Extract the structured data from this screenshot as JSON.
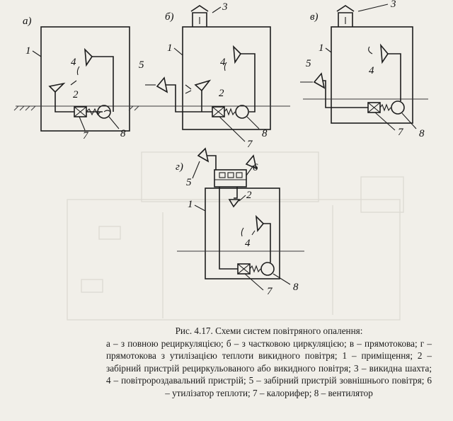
{
  "panels": {
    "a": "а)",
    "b": "б)",
    "v": "в)",
    "g": "г)"
  },
  "labels": {
    "n1": "1",
    "n2": "2",
    "n3": "3",
    "n4": "4",
    "n5": "5",
    "n6": "6",
    "n7": "7",
    "n8": "8"
  },
  "caption": {
    "title": "Рис. 4.17. Схеми систем повітряного опалення:",
    "body": "а – з повною рециркуляцією; б – з частковою циркуляцією; в – прямотокова; г – прямотокова з утилізацією теплоти викидного повітря; 1 – приміщення; 2 – забірний пристрій рециркульованого або викидного повітря; 3 – викидна шахта; 4 – повітророздавальний пристрій; 5 – забірний пристрій зовнішнього повітря; 6 – утилізатор теплоти; 7 – калорифер; 8 – вентилятор"
  },
  "colors": {
    "paper": "#f1efe9",
    "ink": "#1d1d1d"
  }
}
